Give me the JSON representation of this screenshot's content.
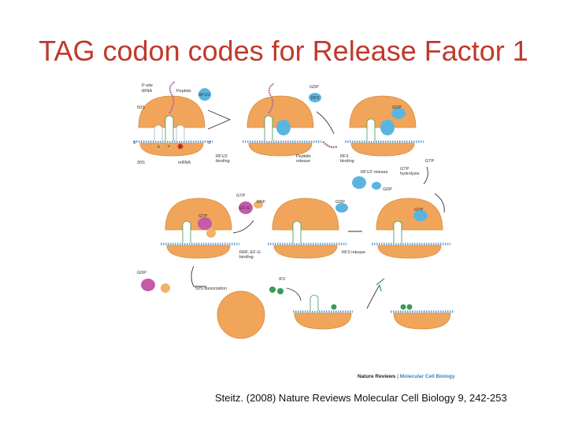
{
  "slide": {
    "title": "TAG codon codes for Release Factor 1",
    "citation": "Steitz.  (2008) Nature Reviews Molecular Cell Biology 9, 242-253"
  },
  "figure": {
    "labels": {
      "p_site_trna": [
        "P-site",
        "tRNA"
      ],
      "peptide": "Peptide",
      "rf12": "RF1/2",
      "s50": "50S",
      "s30": "30S",
      "mrna": "mRNA",
      "five_prime": "5'",
      "three_prime": "3'",
      "site_e": "E",
      "site_p": "P",
      "site_a": "A",
      "gdp": "GDP",
      "gtp": "GTP",
      "rf3": "RF3",
      "rrf": "RRF",
      "efg": "EF-G",
      "if3": "IF3",
      "rf12_binding": [
        "RF1/2",
        "binding"
      ],
      "peptide_release": [
        "Peptide",
        "release"
      ],
      "rf3_binding": [
        "RF3",
        "binding"
      ],
      "rf12_release": "RF1/2 release",
      "gtp_hydrolysis": [
        "GTP",
        "hydrolysis"
      ],
      "rf3_release": "RF3 release",
      "rrf_efg_binding": [
        "RRF, EF-G",
        "binding"
      ],
      "dissociation_50s": "50S dissociation"
    },
    "credit_journal": "Nature Reviews",
    "credit_separator": " | ",
    "credit_section": "Molecular Cell Biology"
  },
  "colors": {
    "title": "#c0392b",
    "ribosome": "#f0a55a",
    "ribosome_edge": "#d98a3e",
    "factor_blue": "#5ab4e0",
    "factor_pink": "#c45aa8",
    "factor_orange": "#f2b26a",
    "if3_green": "#3a9a5a",
    "mrna": "#6a9fd0",
    "peptide": "#b36aa0",
    "a_site": "#d9372b",
    "credit_accent": "#3a7fc0"
  }
}
